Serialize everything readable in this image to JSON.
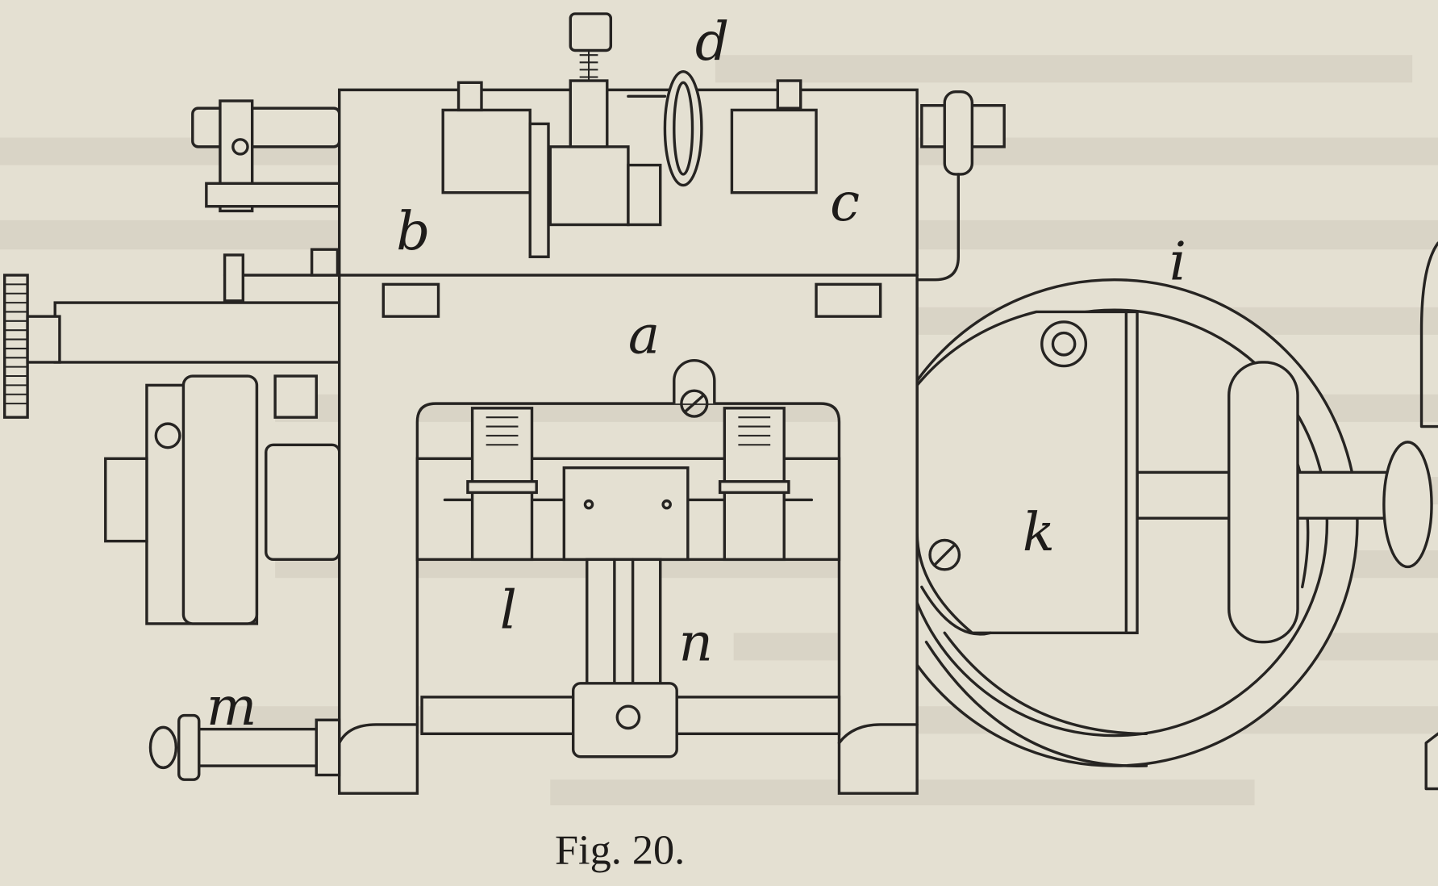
{
  "figure": {
    "caption": "Fig. 20.",
    "labels": {
      "a": "a",
      "b": "b",
      "c": "c",
      "d": "d",
      "i": "i",
      "k": "k",
      "l": "l",
      "m": "m",
      "n": "n"
    }
  },
  "colors": {
    "paper": "#e4e0d2",
    "ink": "#262422"
  }
}
